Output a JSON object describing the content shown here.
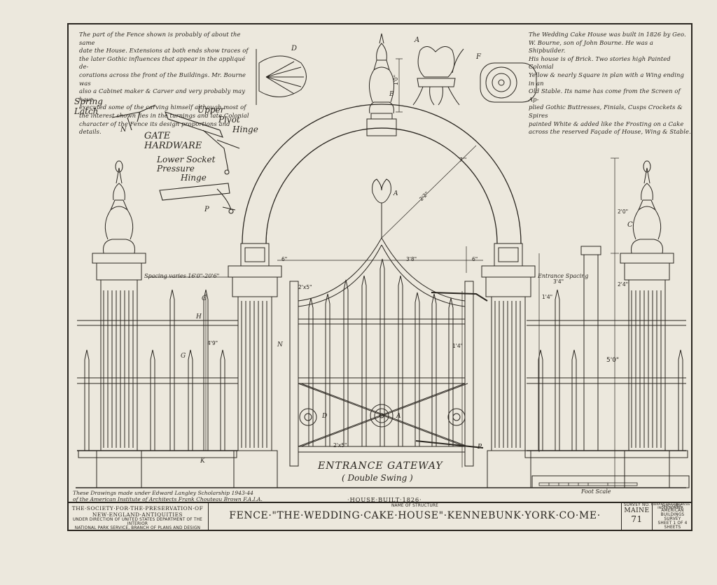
{
  "notes": {
    "left": [
      "The part of the Fence shown is probably of about the same",
      "date the House. Extensions at both ends show traces of",
      "the later Gothic influences that appear in the appliqué de-",
      "corations across the front of the Buildings. Mr. Bourne was",
      "also a Cabinet maker & Carver and very probably may have",
      "executed some of the carving himself although most of",
      "the interest shown lies in the turnings and late Colonial",
      "character of the Fence its design proportions and details."
    ],
    "right": [
      "The Wedding Cake House was built in 1826 by Geo.",
      "W. Bourne, son of John Bourne. He was a Shipbuilder.",
      "His house is of Brick. Two stories high Painted Colonial",
      "Yellow & nearly Square in plan with a Wing ending in an",
      "Old Stable. Its name has come from the Screen of Ap-",
      "plied Gothic Buttresses, Finials, Cusps Crockets & Spires",
      "painted White & added like the Frosting on a Cake",
      "across the reserved Façade of House, Wing & Stable."
    ]
  },
  "labels": {
    "spring_latch_1": "Spring",
    "spring_latch_2": "Latch",
    "gate_hardware_1": "GATE",
    "gate_hardware_2": "HARDWARE",
    "upper_pivot_1": "Upper",
    "upper_pivot_2": "Pivot",
    "upper_pivot_3": "Hinge",
    "lower_socket_1": "Lower Socket",
    "lower_socket_2": "Pressure",
    "lower_socket_3": "Hinge",
    "entrance_gateway": "ENTRANCE GATEWAY",
    "double_swing": "( Double Swing )",
    "spacing_varies": "Spacing varies 16'0\"-20'6\"",
    "entrance_spacing": "Entrance Spacing",
    "foot_scale": "Foot Scale",
    "letters": {
      "a": "A",
      "b": "B",
      "c": "C",
      "d": "D",
      "e": "E",
      "f": "F",
      "g": "G",
      "h": "H",
      "k": "K",
      "n": "N",
      "p": "P"
    }
  },
  "dims": {
    "d1": "1'0\"",
    "d2": "2'2\"",
    "d3": "6\"",
    "d4": "3'8\"",
    "d5": "6\"",
    "d6": "2'0\"",
    "d7": "7'\"",
    "d8": "2'x5\"",
    "d9": "4'9\"",
    "d10": "1'4\"",
    "d11": "5'0\"",
    "d12": "2'4\"",
    "d13": "1'4\"",
    "d14": "2'x5\"",
    "d15": "3'4\""
  },
  "footer": {
    "credit_1": "These Drawings made under Edward Langley Scholarship 1943-44",
    "credit_2": "of the American Institute of Architects Frank Chouteau Brown F.A.I.A.",
    "house_built": "·HOUSE·BUILT·1826·",
    "name_of_structure": "NAME OF STRUCTURE",
    "society_1": "THE·SOCIETY·FOR·THE·PRESERVATION·OF",
    "society_2": "NEW·ENGLAND·ANTIQUITIES",
    "society_3": "UNDER DIRECTION OF UNITED STATES DEPARTMENT OF THE INTERIOR",
    "society_4": "NATIONAL PARK SERVICE, BRANCH OF PLANS AND DESIGN",
    "title": "FENCE·\"THE·WEDDING·CAKE·HOUSE\"·KENNEBUNK·YORK·CO·ME·",
    "survey_no_label": "SURVEY NO.",
    "survey_state": "MAINE",
    "survey_no": "71",
    "habs_1": "HISTORIC AMERICAN",
    "habs_2": "BUILDINGS SURVEY",
    "sheet": "SHEET 1 OF 4 SHEETS",
    "loc_1": "LIBRARY OF CONGRESS",
    "loc_2": "INDEX NUMBER"
  }
}
